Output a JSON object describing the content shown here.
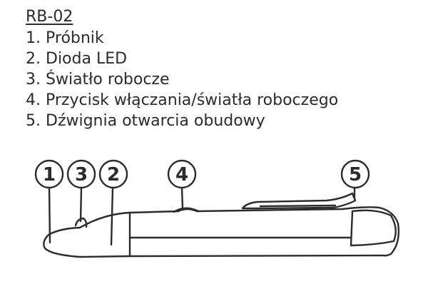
{
  "title": "RB-02",
  "legend": [
    {
      "num": "1.",
      "label": "Próbnik"
    },
    {
      "num": "2.",
      "label": "Dioda LED"
    },
    {
      "num": "3.",
      "label": "Światło robocze"
    },
    {
      "num": "4.",
      "label": "Przycisk włączania/światła roboczego"
    },
    {
      "num": "5.",
      "label": "Dźwignia otwarcia obudowy"
    }
  ],
  "callouts": [
    "1",
    "3",
    "2",
    "4",
    "5"
  ],
  "colors": {
    "line": "#2b2b2b",
    "background": "#ffffff"
  }
}
